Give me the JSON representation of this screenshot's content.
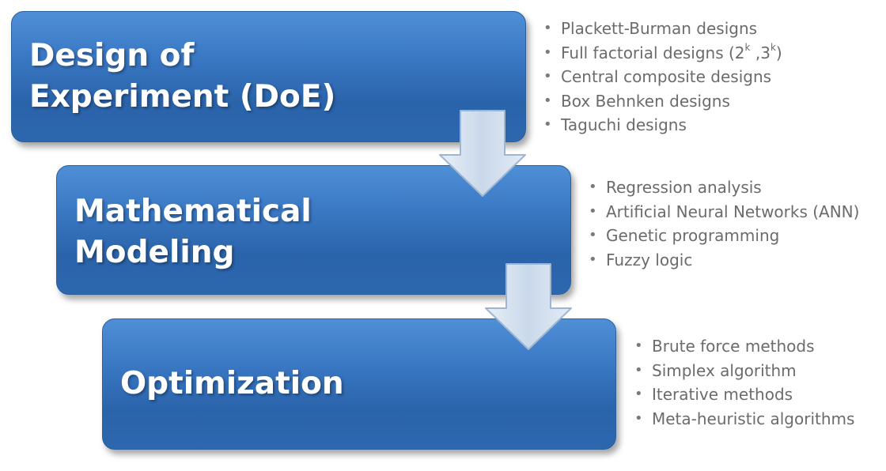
{
  "steps": [
    {
      "title_lines": [
        "Design of",
        "Experiment (DoE)"
      ],
      "items": [
        "Plackett-Burman designs",
        "Full factorial designs (2k ,3k)",
        "Central composite designs",
        "Box Behnken designs",
        "Taguchi designs"
      ]
    },
    {
      "title_lines": [
        "Mathematical",
        "Modeling"
      ],
      "items": [
        "Regression analysis",
        "Artificial Neural Networks (ANN)",
        "Genetic programming",
        "Fuzzy logic"
      ]
    },
    {
      "title_lines": [
        "Optimization"
      ],
      "items": [
        "Brute force methods",
        "Simplex algorithm",
        "Iterative methods",
        "Meta-heuristic algorithms"
      ]
    }
  ],
  "colors": {
    "box_fill": "#3a78c4",
    "box_text": "#ffffff",
    "list_text": "#6b6b6b",
    "arrow_fill": "#dce6f2"
  }
}
